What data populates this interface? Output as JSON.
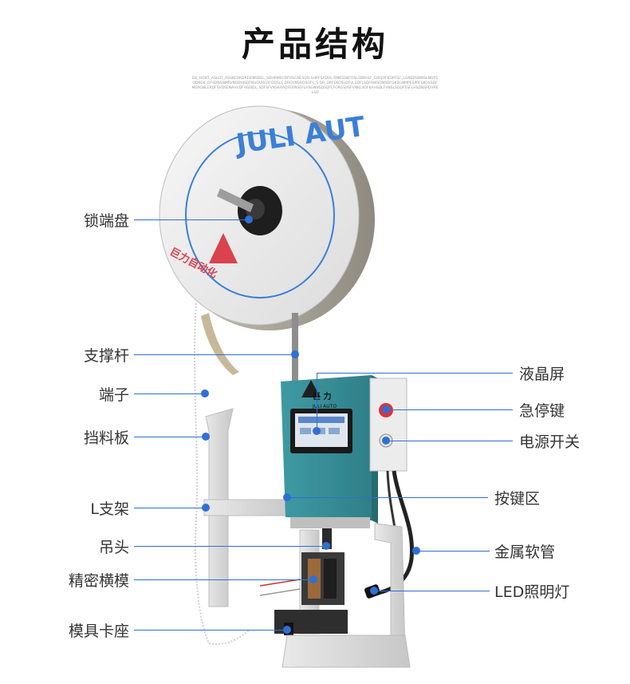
{
  "header": {
    "title": "产品结构",
    "subtitle": "DE_HGNT_ASLED_ASHKERKDREKINSDEL_SDHRMSCDFHSGNLSDD SHRFSADHL RMKSSNFOSLSDRHLT_COEJDFKDPFSC_LGNSDSMOSLNOFSODKGK_DFSDNSNMRVNSDHISDFNVOVHERFODSLS DROVNSRDSOFL_S DR_ORFEKOSLDFVLSDFLSDFRWSDNSDFGKSGNMPESPRFSKOSSDFMERGNLERDFSVDSENAHVDFHSISDL_SDFSFVNSKAADFERNSEFLHSGNNSDSDFLFORGSVSFVNKL4OFKAHSDLFVNSLSDDFESFLHSDNSPDVRKLSD"
  },
  "wheel": {
    "brand_text": "JULI AUT",
    "logo_cn": "巨力自动化"
  },
  "machine": {
    "panel_brand_cn": "巨 力",
    "panel_brand_en": "JULI AUTO"
  },
  "labels": {
    "lock_disc": "锁端盘",
    "support_rod": "支撑杆",
    "terminal": "端子",
    "baffle": "挡料板",
    "l_bracket": "L支架",
    "hanger": "吊头",
    "precision_die": "精密横模",
    "die_holder": "模具卡座",
    "lcd_screen": "液晶屏",
    "emergency_stop": "急停键",
    "power_switch": "电源开关",
    "key_area": "按键区",
    "metal_hose": "金属软管",
    "led_light": "LED照明灯"
  },
  "colors": {
    "accent": "#2f6fd6",
    "machine_teal": "#3f9aa3",
    "logo_red": "#d9434e",
    "text": "#333333"
  }
}
